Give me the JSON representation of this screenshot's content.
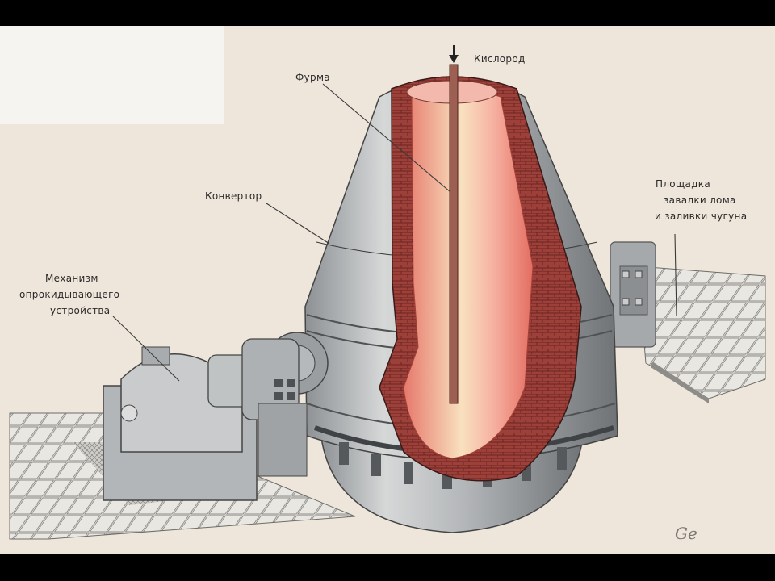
{
  "diagram": {
    "title": "",
    "labels": {
      "oxygen": "Кислород",
      "lance": "Фурма",
      "converter": "Конвертор",
      "scrap_platform": [
        "Площадка",
        "завалки лома",
        "и заливки чугуна"
      ],
      "tilt_mechanism": [
        "Механизм",
        "опрокидывающего",
        "устройства"
      ]
    },
    "signature": "Ge",
    "colors": {
      "paper": "#eee6da",
      "steel": "#b9bcbe",
      "steel_dark": "#7d8184",
      "lining": "#8e3b35",
      "melt": "#f29a8a",
      "melt_hot": "#f8e7c0",
      "floor_tile": "#d9d9d6"
    }
  }
}
